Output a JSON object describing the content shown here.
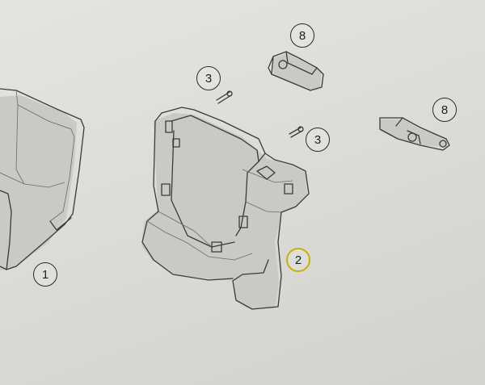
{
  "diagram": {
    "callouts": [
      {
        "id": "1",
        "label": "1",
        "selected": false
      },
      {
        "id": "3a",
        "label": "3",
        "selected": false
      },
      {
        "id": "8a",
        "label": "8",
        "selected": false
      },
      {
        "id": "8b",
        "label": "8",
        "selected": false
      },
      {
        "id": "3b",
        "label": "3",
        "selected": false
      },
      {
        "id": "2",
        "label": "2",
        "selected": true,
        "highlight_color": "#c9b200"
      }
    ]
  }
}
